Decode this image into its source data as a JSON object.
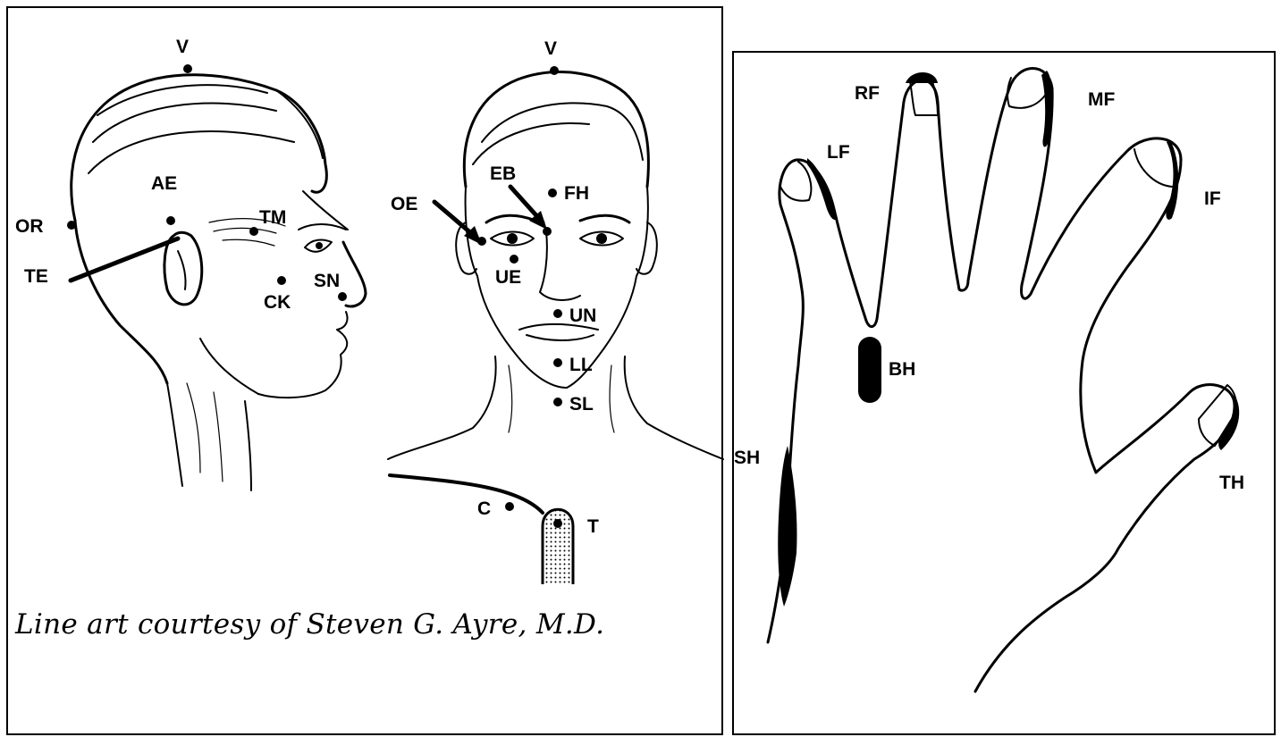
{
  "left_panel": {
    "profile_labels": {
      "v": "V",
      "ae": "AE",
      "or": "OR",
      "tm": "TM",
      "te": "TE",
      "ck": "CK",
      "sn": "SN"
    },
    "front_labels": {
      "v": "V",
      "eb": "EB",
      "fh": "FH",
      "oe": "OE",
      "ue": "UE",
      "un": "UN",
      "ll": "LL",
      "sl": "SL"
    },
    "finger_labels": {
      "c": "C",
      "t": "T"
    },
    "credit": "Line art courtesy of Steven G. Ayre, M.D."
  },
  "right_panel": {
    "hand_labels": {
      "rf": "RF",
      "mf": "MF",
      "lf": "LF",
      "if": "IF",
      "bh": "BH",
      "sh": "SH",
      "th": "TH"
    }
  }
}
